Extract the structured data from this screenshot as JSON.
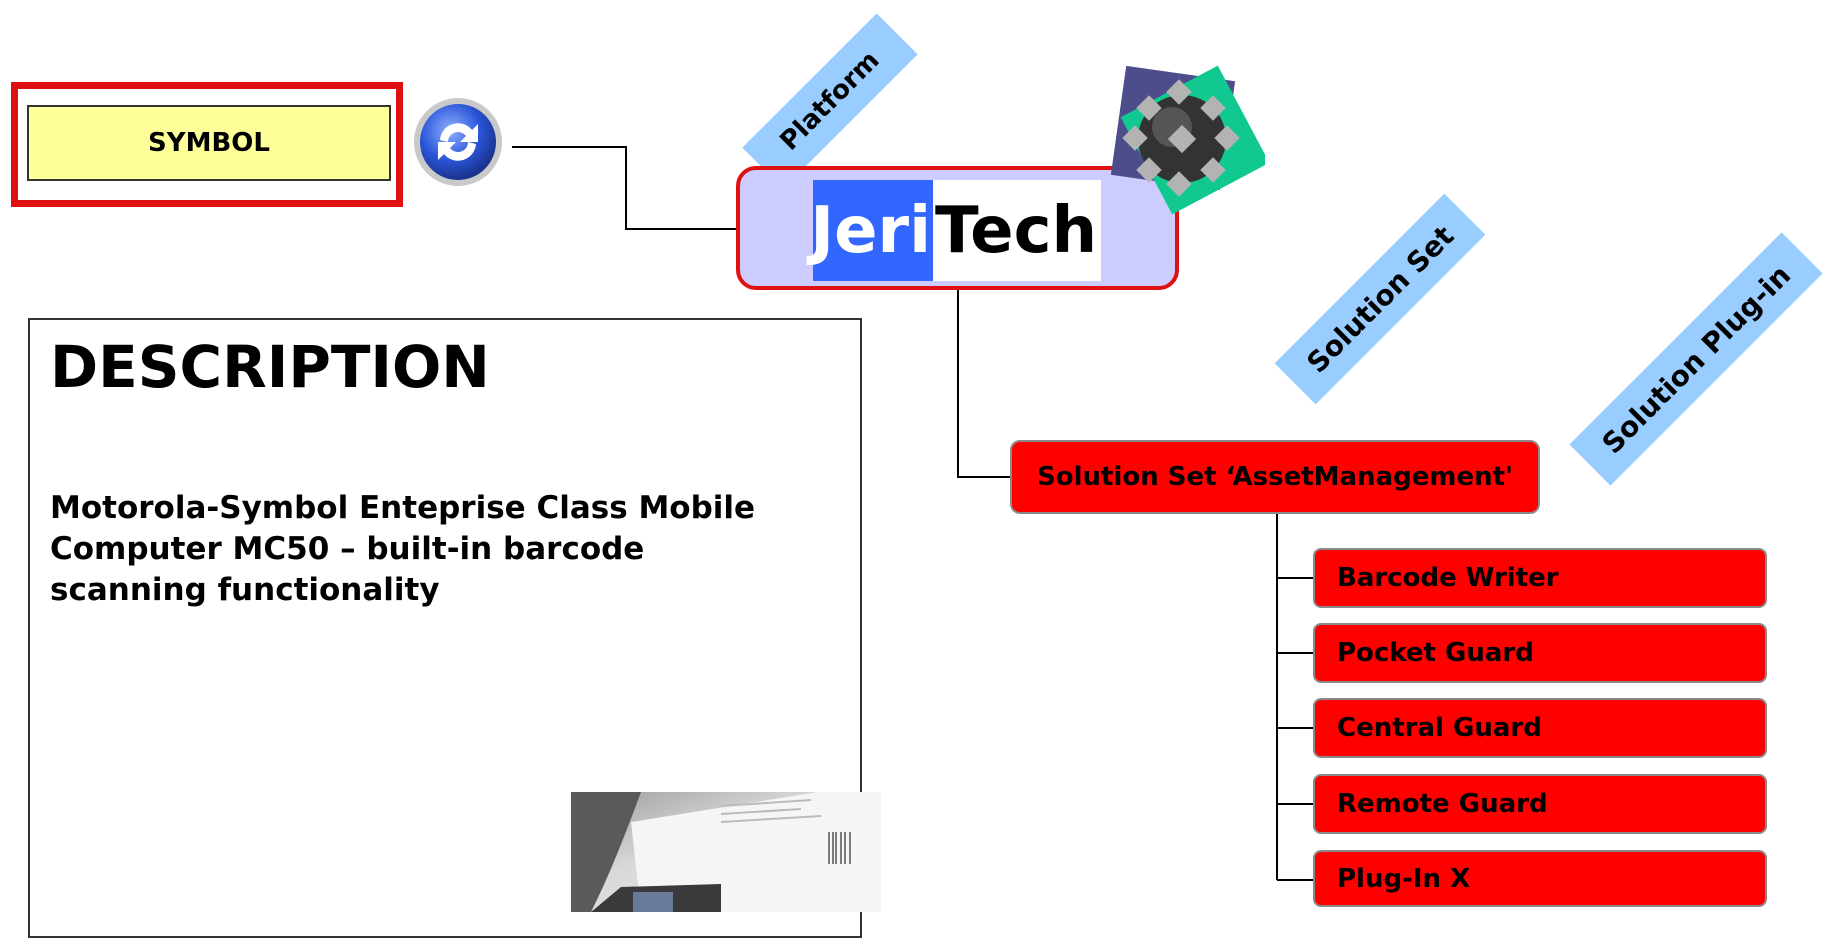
{
  "symbol": {
    "label": "SYMBOL"
  },
  "platform": {
    "logo_part1": "Jeri",
    "logo_part2": "Tech"
  },
  "tags": {
    "platform": "Platform",
    "solution_set": "Solution Set",
    "solution_plugin": "Solution Plug-in"
  },
  "description": {
    "title": "DESCRIPTION",
    "text": "Motorola-Symbol Enteprise Class Mobile Computer MC50 – built-in barcode scanning functionality"
  },
  "solution_set": {
    "label": "Solution Set ‘AssetManagement'"
  },
  "plugins": [
    "Barcode Writer",
    "Pocket Guard",
    "Central Guard",
    "Remote Guard",
    "Plug-In X"
  ],
  "colors": {
    "red": "#ff0000",
    "tag_blue": "#99ccff",
    "logo_blue": "#3366ff",
    "node_fill": "#ccccff",
    "symbol_fill": "#ffff99"
  },
  "icons": [
    "sync-icon",
    "plugin-gear-icon",
    "barcode-scanner-photo"
  ]
}
